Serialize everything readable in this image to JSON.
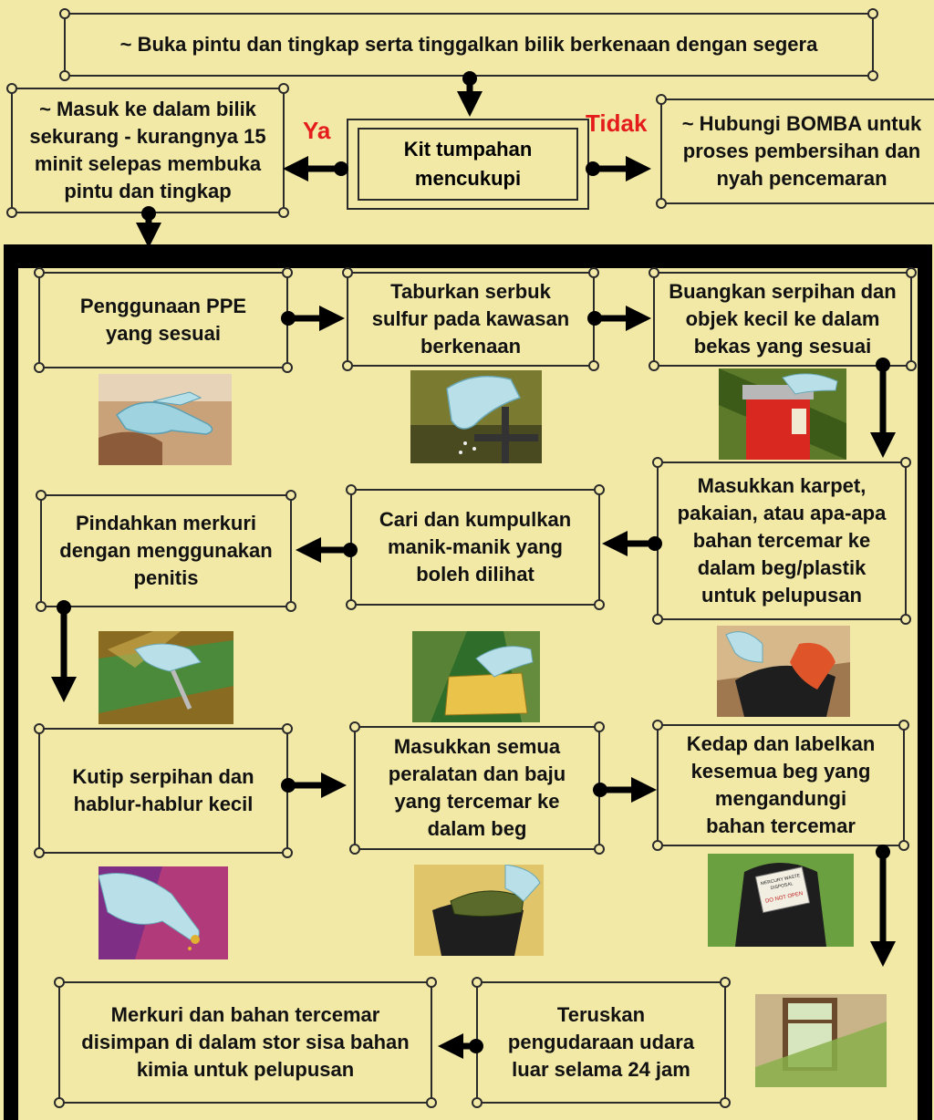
{
  "steps": {
    "open_doors": "~ Buka pintu dan tingkap serta tinggalkan bilik berkenaan dengan segera",
    "decision": "Kit tumpahan\nmencukupi",
    "yes_label": "Ya",
    "no_label": "Tidak",
    "yes_step": "~ Masuk ke dalam bilik\nsekurang - kurangnya 15\nminit selepas membuka\npintu dan tingkap",
    "no_step": "~ Hubungi BOMBA untuk\nproses pembersihan dan\nnyah pencemaran",
    "ppe": "Penggunaan PPE\nyang sesuai",
    "sulfur": "Taburkan serbuk\nsulfur pada kawasan\nberkenaan",
    "discard": "Buangkan serpihan dan\nobjek kecil ke dalam\nbekas yang sesuai",
    "bag_carpet": "Masukkan karpet,\npakaian, atau apa-apa\nbahan tercemar ke\ndalam beg/plastik\nuntuk pelupusan",
    "collect_beads": "Cari dan kumpulkan\nmanik-manik yang\nboleh dilihat",
    "dropper": "Pindahkan merkuri\ndengan menggunakan\npenitis",
    "pick_shards": "Kutip serpihan dan\nhablur-hablur kecil",
    "bag_tools": "Masukkan semua\nperalatan dan baju\nyang tercemar ke\ndalam beg",
    "seal_label": "Kedap dan labelkan\nkesemua beg yang\nmengandungi\nbahan tercemar",
    "ventilate": "Teruskan\npengudaraan udara\nluar selama 24 jam",
    "store": "Merkuri dan bahan tercemar\ndisimpan di dalam stor sisa bahan\nkimia untuk pelupusan"
  },
  "illustrations": {
    "bag_label_line1": "MERCURY WASTE",
    "bag_label_line2": "DISPOSAL",
    "bag_label_line3": "DO NOT OPEN"
  },
  "colors": {
    "background": "#f2e9a6",
    "accent_red": "#e51c1c",
    "frame": "#000000"
  }
}
